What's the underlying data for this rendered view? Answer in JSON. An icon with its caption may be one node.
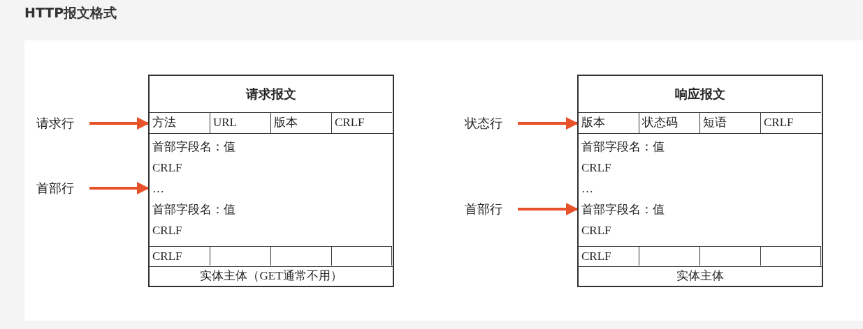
{
  "diagram": {
    "title": "HTTP报文格式",
    "nodes": [
      {
        "text": [
          "请求行"
        ]
      },
      {
        "text": [
          "首部行"
        ]
      },
      {
        "text": [
          "请求报文"
        ]
      },
      {
        "text": [
          "方法"
        ],
        "in": 2
      },
      {
        "text": [
          "URL"
        ],
        "in": 2
      },
      {
        "text": [
          "版本"
        ],
        "in": 2
      },
      {
        "text": [
          "CRLF"
        ],
        "in": 2
      },
      {
        "text": [
          "首部字段名：值",
          "CRLF",
          "…",
          "首部字段名：值",
          "CRLF"
        ],
        "in": 2
      },
      {
        "text": [
          "CRLF"
        ],
        "in": 2
      },
      {
        "text": [],
        "shape": "box",
        "in": 2
      },
      {
        "text": [],
        "shape": "box",
        "in": 2
      },
      {
        "text": [],
        "shape": "box",
        "in": 2
      },
      {
        "text": [
          "实体主体（GET通常不用）"
        ],
        "in": 2
      },
      {
        "text": [
          "状态行"
        ]
      },
      {
        "text": [
          "首部行"
        ]
      },
      {
        "text": [
          "响应报文"
        ]
      },
      {
        "text": [
          "版本"
        ],
        "in": 15
      },
      {
        "text": [
          "状态码"
        ],
        "in": 15
      },
      {
        "text": [
          "短语"
        ],
        "in": 15
      },
      {
        "text": [
          "CRLF"
        ],
        "in": 15
      },
      {
        "text": [
          "首部字段名：值",
          "CRLF",
          "…",
          "首部字段名：值",
          "CRLF"
        ],
        "in": 15
      },
      {
        "text": [
          "CRLF"
        ],
        "in": 15
      },
      {
        "text": [],
        "shape": "box",
        "in": 15
      },
      {
        "text": [],
        "shape": "box",
        "in": 15
      },
      {
        "text": [],
        "shape": "box",
        "in": 15
      },
      {
        "text": [
          "实体主体"
        ],
        "in": 15
      }
    ],
    "edges": [
      {
        "from": 0,
        "to": 3,
        "arrow": "to"
      },
      {
        "from": 1,
        "to": 7,
        "arrow": "to"
      },
      {
        "from": 13,
        "to": 16,
        "arrow": "to"
      },
      {
        "from": 14,
        "to": 20,
        "arrow": "to"
      }
    ]
  }
}
